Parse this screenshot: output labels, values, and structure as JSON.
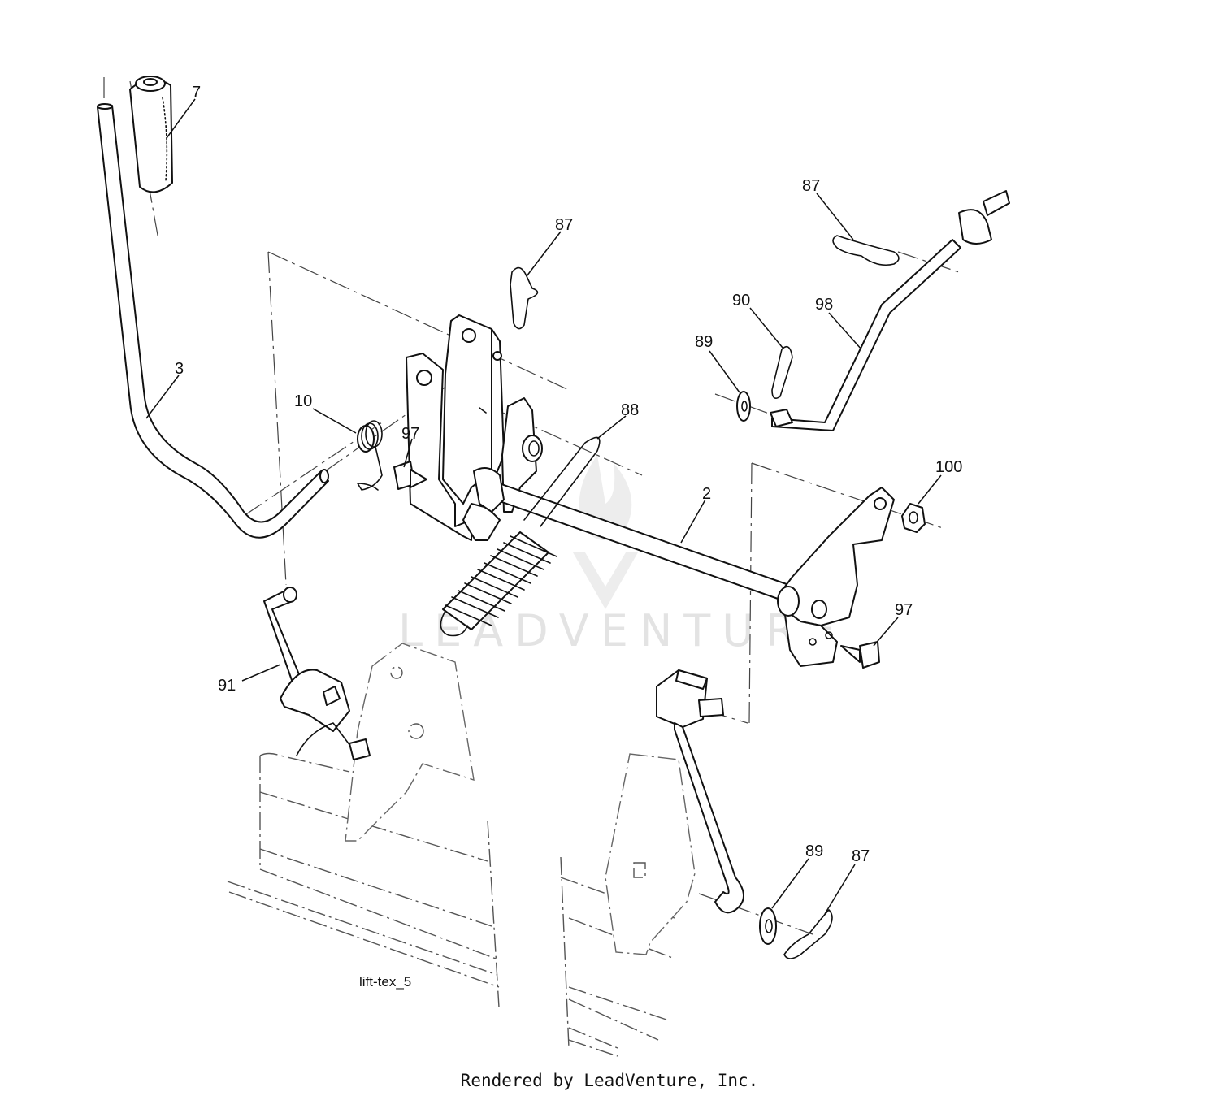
{
  "diagram": {
    "caption": "lift-tex_5",
    "watermark": "LEADVENTURE",
    "footer": "Rendered by LeadVenture, Inc."
  },
  "callouts": [
    {
      "id": "c7",
      "label": "7"
    },
    {
      "id": "c3",
      "label": "3"
    },
    {
      "id": "c10",
      "label": "10"
    },
    {
      "id": "c97a",
      "label": "97"
    },
    {
      "id": "c87a",
      "label": "87"
    },
    {
      "id": "c88",
      "label": "88"
    },
    {
      "id": "c2",
      "label": "2"
    },
    {
      "id": "c91",
      "label": "91"
    },
    {
      "id": "c87b",
      "label": "87"
    },
    {
      "id": "c90",
      "label": "90"
    },
    {
      "id": "c98",
      "label": "98"
    },
    {
      "id": "c89a",
      "label": "89"
    },
    {
      "id": "c100",
      "label": "100"
    },
    {
      "id": "c97b",
      "label": "97"
    },
    {
      "id": "c89b",
      "label": "89"
    },
    {
      "id": "c87c",
      "label": "87"
    }
  ]
}
